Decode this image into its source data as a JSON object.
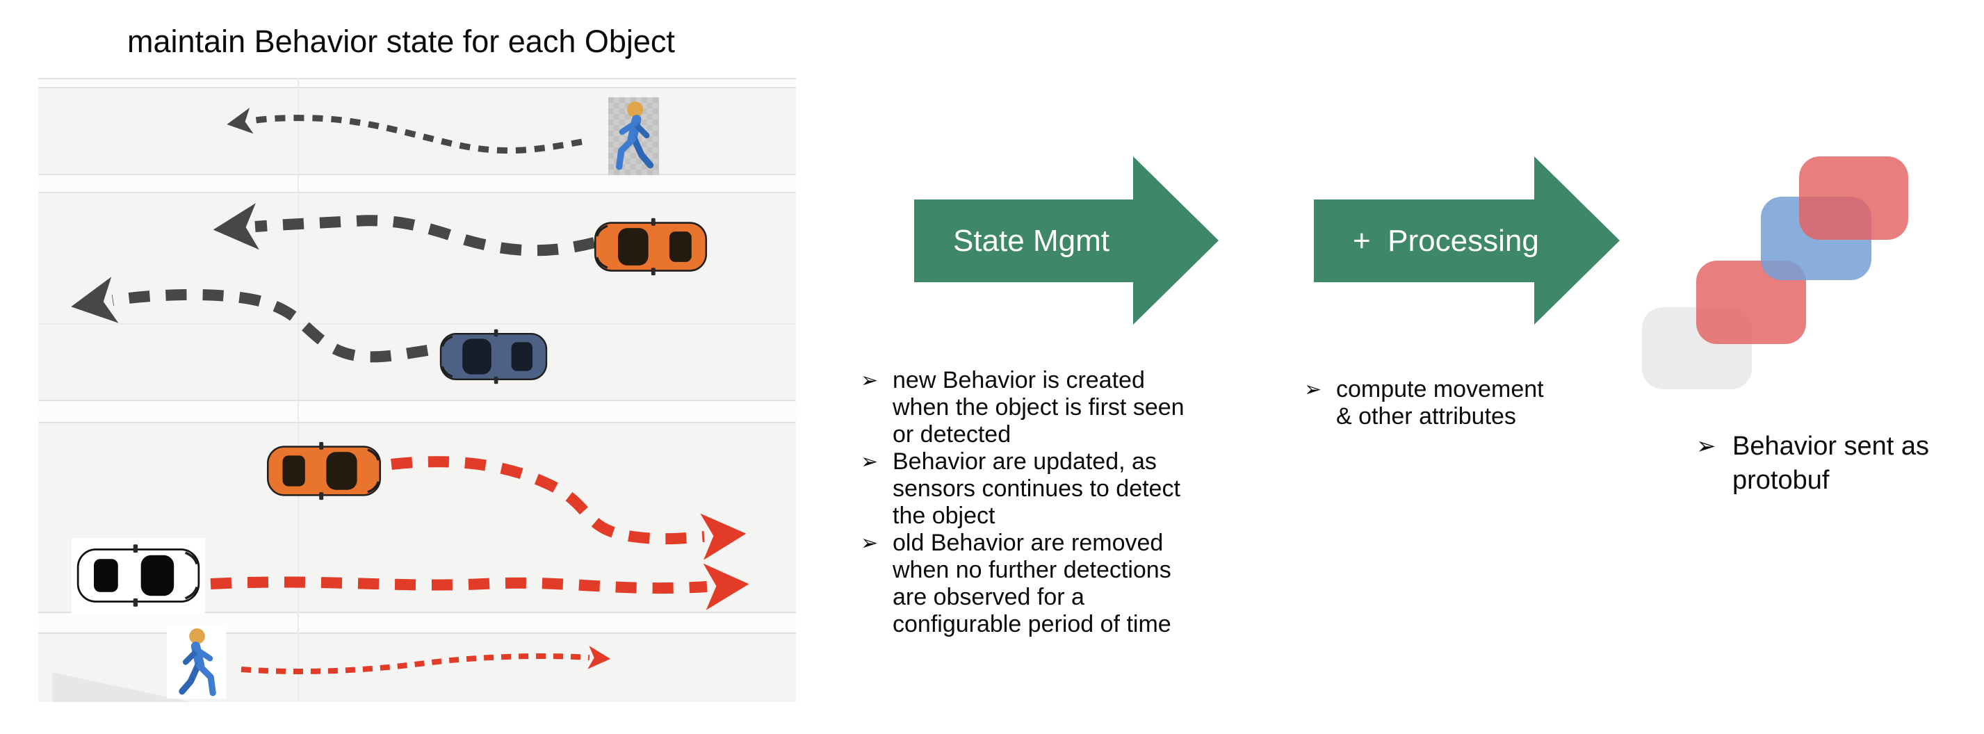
{
  "title": "maintain Behavior state for each Object",
  "bullet_glyph": "➢",
  "colors": {
    "green_arrow": "#3E8768",
    "arrow_label_text": "#FFFFFF",
    "dark_trail": "#474747",
    "red_trail": "#E23B28",
    "car_orange": "#E9742E",
    "car_blue": "#4C6183",
    "car_white": "#FFFFFF",
    "ped_blue": "#3D7CD0",
    "ped_blue_dark": "#2E66B4",
    "ped_head": "#DFA54B",
    "square_red": "rgba(228,98,97,0.82)",
    "square_blue": "rgba(116,160,214,0.85)",
    "square_gray": "rgba(232,232,232,0.88)"
  },
  "flow": {
    "state_mgmt": {
      "label": "State Mgmt",
      "bullets": [
        "new Behavior is created\nwhen the object is first seen\nor detected",
        "Behavior are updated, as\nsensors continues to detect\nthe object",
        "old Behavior are removed\nwhen no further detections\nare observed for a\nconfigurable period of time"
      ]
    },
    "processing": {
      "label": "+  Processing",
      "bullets": [
        "compute movement\n& other attributes"
      ]
    },
    "output": {
      "bullets": [
        "Behavior sent as\nprotobuf"
      ]
    }
  },
  "scene": {
    "objects": [
      {
        "name": "pedestrian",
        "direction": "left",
        "trail_color": "dark"
      },
      {
        "name": "orange-car",
        "direction": "left",
        "trail_color": "dark"
      },
      {
        "name": "blue-car",
        "direction": "left",
        "trail_color": "dark"
      },
      {
        "name": "orange-car",
        "direction": "right",
        "trail_color": "red"
      },
      {
        "name": "white-car",
        "direction": "right",
        "trail_color": "red"
      },
      {
        "name": "pedestrian",
        "direction": "right",
        "trail_color": "red"
      }
    ]
  }
}
